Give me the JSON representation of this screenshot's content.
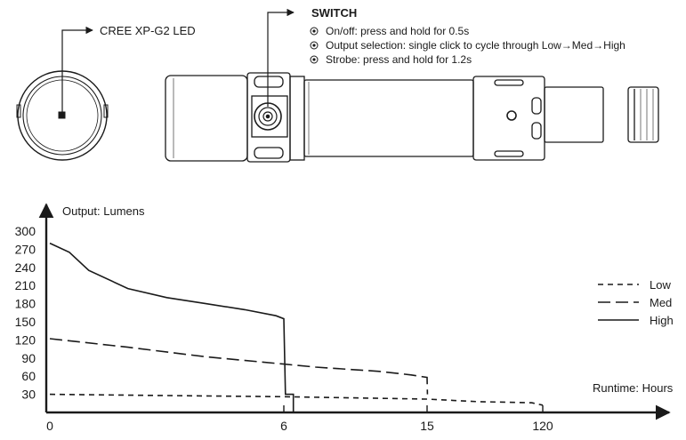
{
  "callouts": {
    "led_label": "CREE XP-G2 LED",
    "switch_title": "SWITCH",
    "switch_items": [
      "On/off: press and hold for 0.5s",
      "Output selection: single click to cycle through Low→Med→High",
      "Strobe: press and hold for 1.2s"
    ]
  },
  "chart_data": {
    "type": "line",
    "ylabel": "Output: Lumens",
    "xlabel": "Runtime: Hours",
    "y_ticks": [
      "300",
      "270",
      "240",
      "210",
      "180",
      "150",
      "120",
      "90",
      "60",
      "30"
    ],
    "x_ticks": [
      "0",
      "6",
      "15",
      "120"
    ],
    "legend_position": "right",
    "series": [
      {
        "name": "Low",
        "style": "dashed-short",
        "points": [
          [
            0,
            30
          ],
          [
            3,
            28
          ],
          [
            6,
            26
          ],
          [
            15,
            22
          ],
          [
            60,
            18
          ],
          [
            110,
            16
          ],
          [
            120,
            12
          ]
        ]
      },
      {
        "name": "Med",
        "style": "dashed-long",
        "points": [
          [
            0,
            122
          ],
          [
            2,
            108
          ],
          [
            4,
            92
          ],
          [
            6,
            80
          ],
          [
            8,
            75
          ],
          [
            12,
            68
          ],
          [
            14,
            62
          ],
          [
            15,
            58
          ],
          [
            15.3,
            30
          ]
        ]
      },
      {
        "name": "High",
        "style": "solid",
        "points": [
          [
            0,
            280
          ],
          [
            0.5,
            265
          ],
          [
            1,
            235
          ],
          [
            2,
            205
          ],
          [
            3,
            190
          ],
          [
            4,
            180
          ],
          [
            5,
            170
          ],
          [
            5.8,
            160
          ],
          [
            6,
            155
          ],
          [
            6.1,
            30
          ],
          [
            6.6,
            30
          ],
          [
            6.6,
            0
          ]
        ]
      }
    ]
  }
}
